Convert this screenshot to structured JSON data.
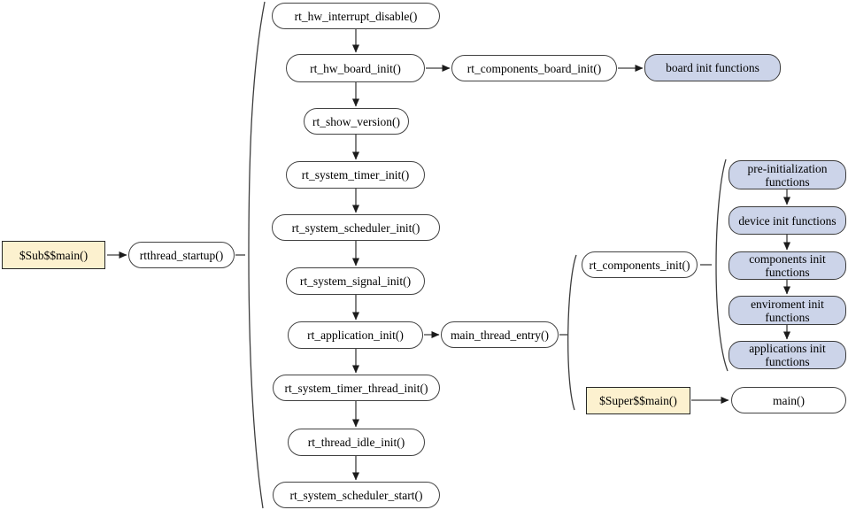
{
  "colors": {
    "background": "#ffffff",
    "function_node_fill": "#ffffff",
    "group_node_fill": "#ccd4e9",
    "entry_node_fill": "#fcf1cf",
    "border": "#424242",
    "line": "#3d3d3d"
  },
  "nodes": {
    "sub_main": "$Sub$$main()",
    "rtthread_startup": "rtthread_startup()",
    "rt_hw_interrupt_disable": "rt_hw_interrupt_disable()",
    "rt_hw_board_init": "rt_hw_board_init()",
    "rt_components_board_init": "rt_components_board_init()",
    "board_init_functions": "board init functions",
    "rt_show_version": "rt_show_version()",
    "rt_system_timer_init": "rt_system_timer_init()",
    "rt_system_scheduler_init": "rt_system_scheduler_init()",
    "rt_system_signal_init": "rt_system_signal_init()",
    "rt_application_init": "rt_application_init()",
    "main_thread_entry": "main_thread_entry()",
    "rt_system_timer_thread_init": "rt_system_timer_thread_init()",
    "rt_thread_idle_init": "rt_thread_idle_init()",
    "rt_system_scheduler_start": "rt_system_scheduler_start()",
    "rt_components_init": "rt_components_init()",
    "super_main": "$Super$$main()",
    "main": "main()",
    "pre_initialization_functions": "pre-initialization functions",
    "device_init_functions": "device init functions",
    "components_init_functions": "components init functions",
    "enviroment_init_functions": "enviroment init functions",
    "applications_init_functions": "applications init functions"
  }
}
